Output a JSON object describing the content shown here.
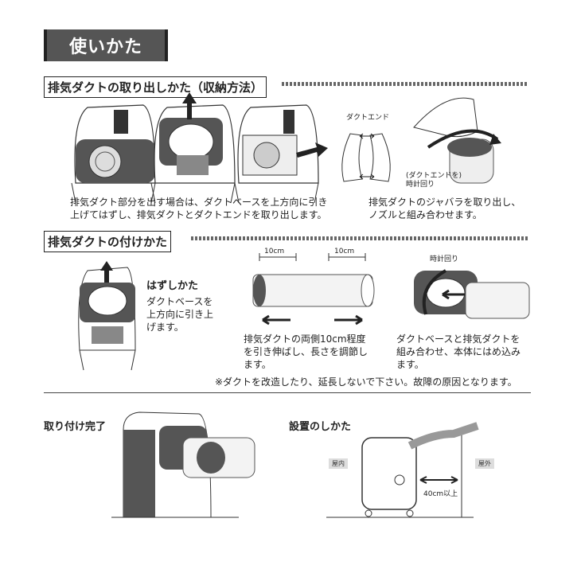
{
  "page_title": "使いかた",
  "section1": {
    "heading": "排気ダクトの取り出しかた（収納方法）",
    "duct_end_label": "ダクトエンド",
    "rotate_label_1": "(ダクトエンドを)",
    "rotate_label_2": "時計回り",
    "desc_left_1": "排気ダクト部分を出す場合は、ダクトベースを上方向に引き",
    "desc_left_2": "上げてはずし、排気ダクトとダクトエンドを取り出します。",
    "desc_right_1": "排気ダクトのジャバラを取り出し、",
    "desc_right_2": "ノズルと組み合わせます。"
  },
  "section2": {
    "heading": "排気ダクトの付けかた",
    "remove_title": "はずしかた",
    "remove_1": "ダクトベースを",
    "remove_2": "上方向に引き上",
    "remove_3": "げます。",
    "dim_left": "10cm",
    "dim_right": "10cm",
    "clockwise": "時計回り",
    "extend_1": "排気ダクトの両側10cm程度",
    "extend_2": "を引き伸ばし、長さを調節し",
    "extend_3": "ます。",
    "attach_1": "ダクトベースと排気ダクトを",
    "attach_2": "組み合わせ、本体にはめ込み",
    "attach_3": "ます。",
    "warning": "※ダクトを改造したり、延長しないで下さい。故障の原因となります。"
  },
  "section3": {
    "complete_title": "取り付け完了",
    "install_title": "設置のしかた",
    "indoor": "屋内",
    "outdoor": "屋外",
    "distance": "40cm以上"
  }
}
